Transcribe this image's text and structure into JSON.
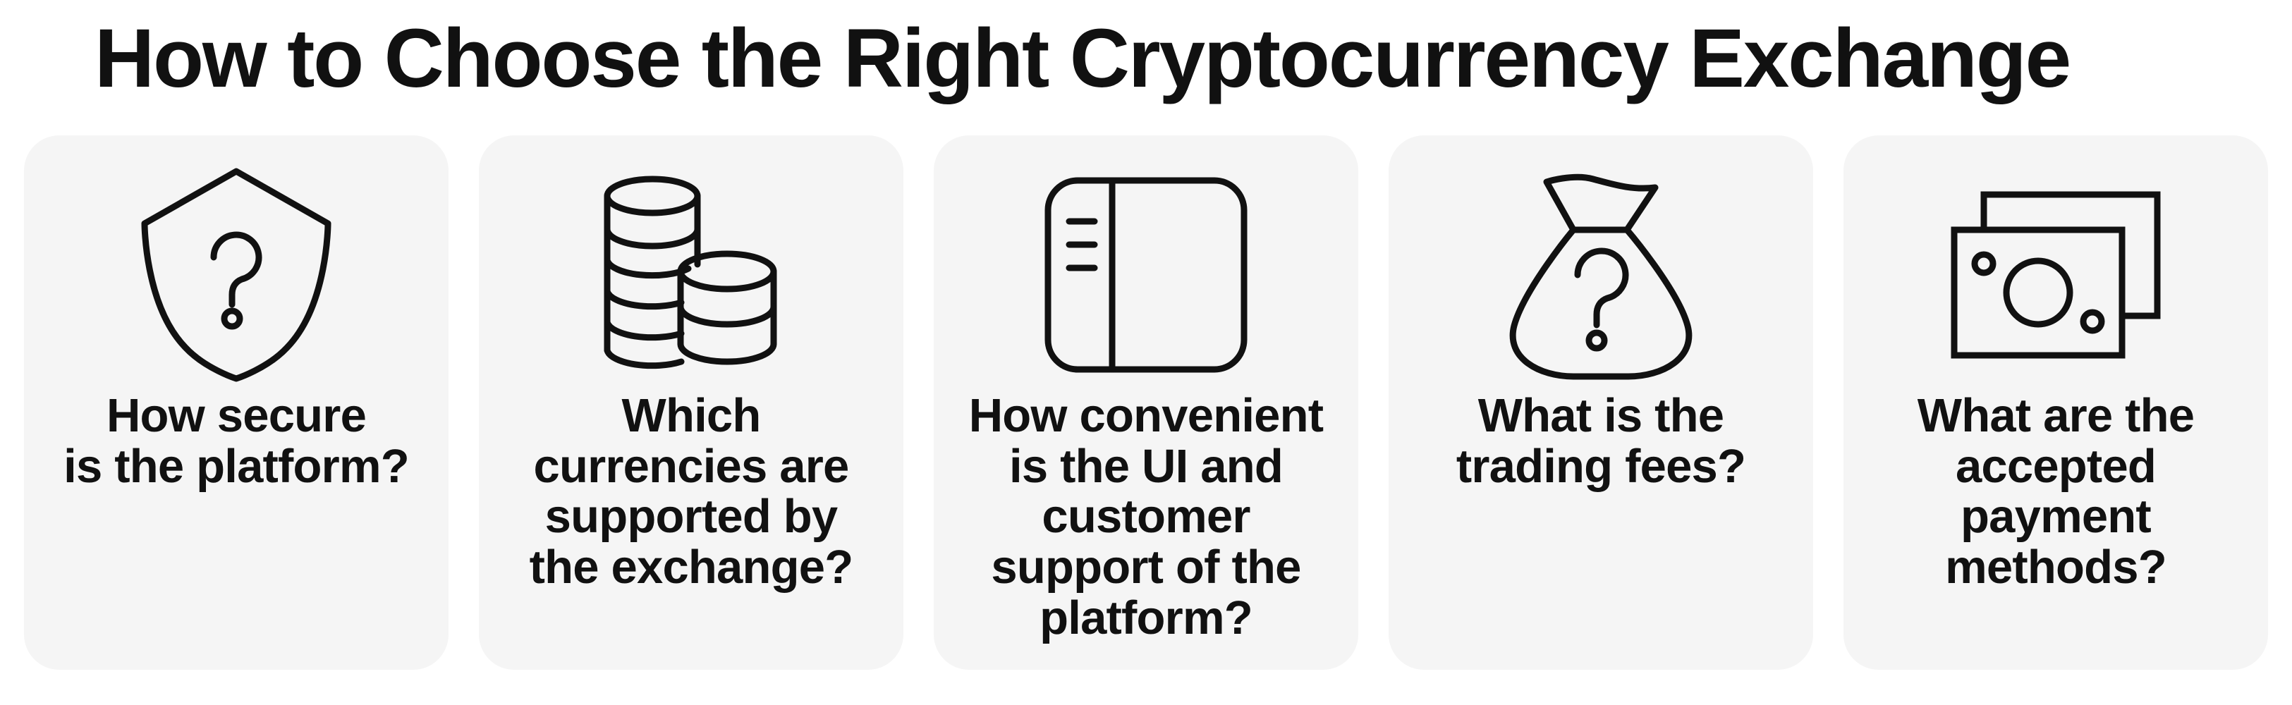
{
  "page": {
    "background_color": "#ffffff",
    "card_background_color": "#f5f5f5",
    "text_color": "#111111",
    "icon_stroke_color": "#111111"
  },
  "header": {
    "title": "How to Choose the Right Cryptocurrency Exchange"
  },
  "cards": [
    {
      "icon": "shield-question-icon",
      "label": "How secure\nis the platform?"
    },
    {
      "icon": "coin-stacks-icon",
      "label": "Which\ncurrencies are\nsupported by\nthe exchange?"
    },
    {
      "icon": "ui-layout-panel-icon",
      "label": "How convenient\nis the UI and\ncustomer\nsupport of the\nplatform?"
    },
    {
      "icon": "money-bag-question-icon",
      "label": "What is the\ntrading fees?"
    },
    {
      "icon": "banknotes-icon",
      "label": "What are the\naccepted\npayment\nmethods?"
    }
  ]
}
